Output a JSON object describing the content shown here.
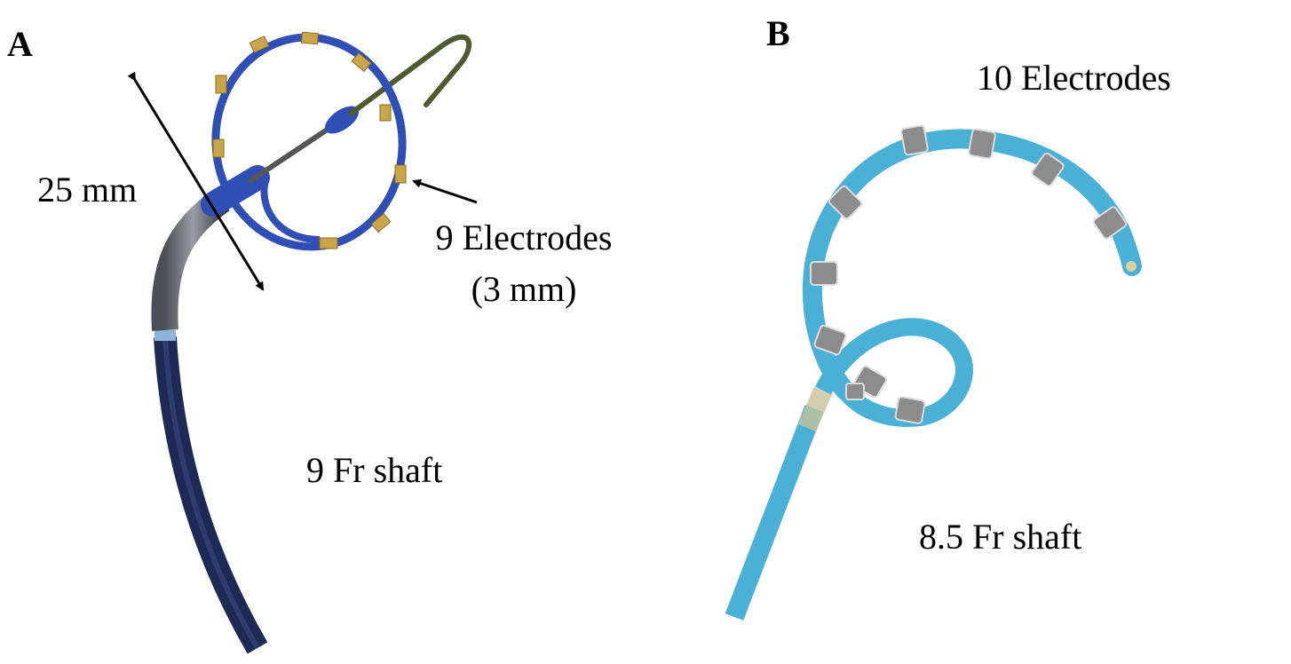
{
  "panel_a": {
    "letter": "A",
    "labels": {
      "diameter": "25 mm",
      "electrodes_line1": "9 Electrodes",
      "electrodes_line2": "(3 mm)",
      "shaft": "9 Fr shaft"
    },
    "device": {
      "loop_color": "#2f4fb5",
      "electrode_color": "#c9a64a",
      "guidewire_color": "#4f5a30",
      "braided_section_color": "#6b6e73",
      "shaft_color": "#1d2a55",
      "marker_band_color": "#8fb4dc",
      "electrode_count": 9
    }
  },
  "panel_b": {
    "letter": "B",
    "labels": {
      "electrodes": "10 Electrodes",
      "shaft": "8.5 Fr shaft"
    },
    "device": {
      "catheter_color": "#4ab0d6",
      "electrode_color": "#8c8c8c",
      "electrode_count": 10
    }
  }
}
